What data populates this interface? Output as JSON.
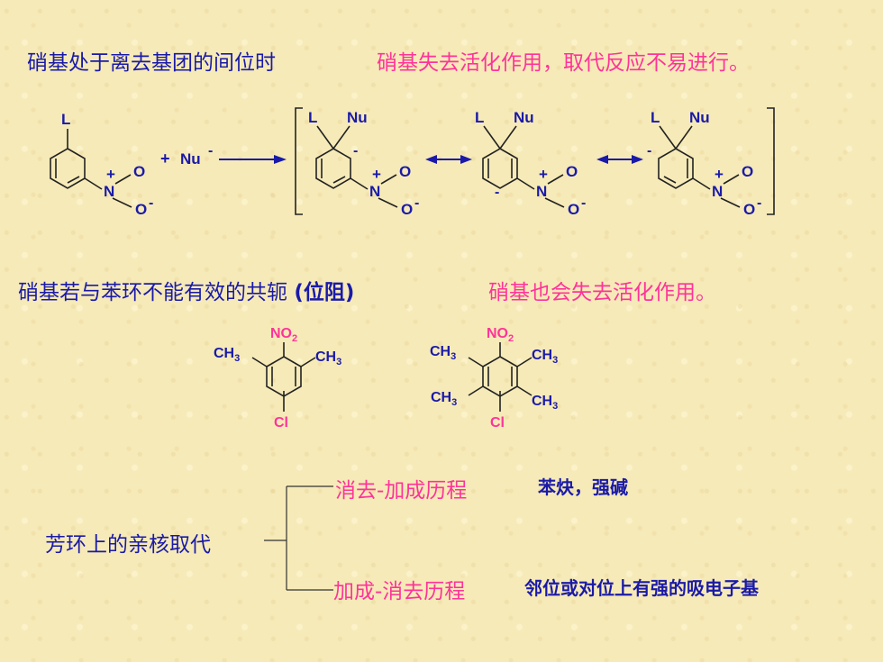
{
  "headings": {
    "meta_condition": "硝基处于离去基团的间位时",
    "meta_result": "硝基失去活化作用，取代反应不易进行。",
    "steric_condition_a": "硝基若与苯环不能有效的共轭 ",
    "steric_condition_b": "(位阻)",
    "steric_result": "硝基也会失去活化作用。"
  },
  "reaction": {
    "leaving_group": "L",
    "nucleophile": "Nu",
    "plus": "+",
    "minus": "-",
    "nitrogen": "N",
    "oxygen": "O"
  },
  "compounds": {
    "nitro": "NO",
    "nitro_sub": "2",
    "methyl": "CH",
    "methyl_sub": "3",
    "chloro": "Cl"
  },
  "mechanism_tree": {
    "root": "芳环上的亲核取代",
    "branch_1": {
      "label": "消去-加成历程",
      "note": "苯炔，强碱"
    },
    "branch_2": {
      "label": "加成-消去历程",
      "note": "邻位或对位上有强的吸电子基"
    }
  },
  "colors": {
    "blue": "#1a1aa8",
    "pink": "#ff3399",
    "background": "#f6eab8"
  }
}
